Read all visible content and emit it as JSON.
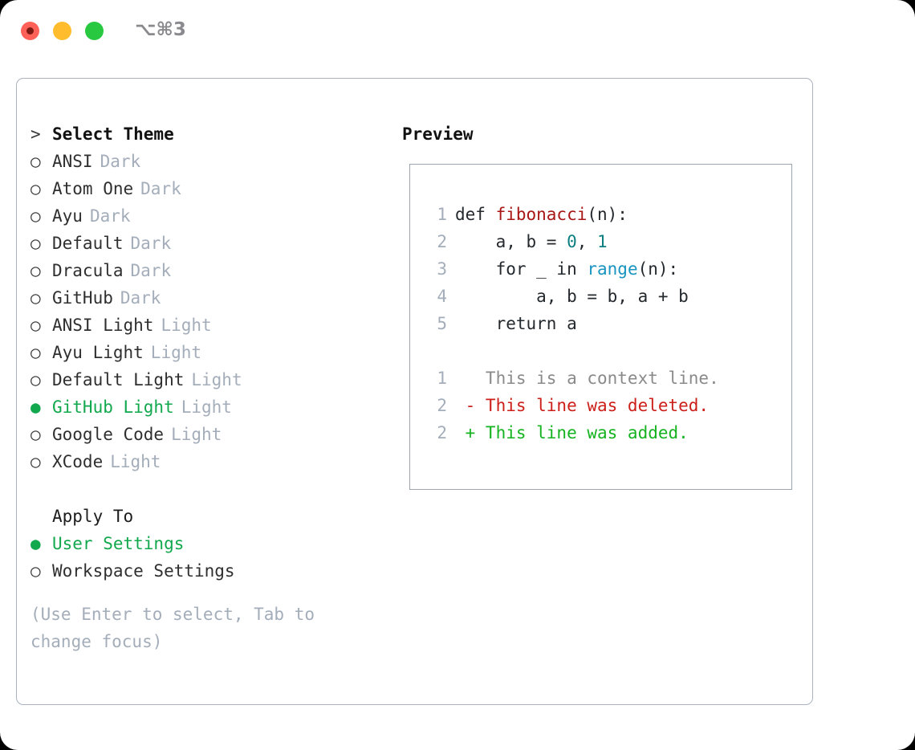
{
  "window": {
    "title_shortcut": "⌥⌘3",
    "traffic_lights": [
      "close-red",
      "minimize-yellow",
      "maximize-green"
    ]
  },
  "theme_picker": {
    "heading": "Select Theme",
    "heading_marker": ">",
    "marker_unselected": "○",
    "marker_selected": "●",
    "items": [
      {
        "name": "ANSI",
        "tag": "Dark",
        "selected": false
      },
      {
        "name": "Atom One",
        "tag": "Dark",
        "selected": false
      },
      {
        "name": "Ayu",
        "tag": "Dark",
        "selected": false
      },
      {
        "name": "Default",
        "tag": "Dark",
        "selected": false
      },
      {
        "name": "Dracula",
        "tag": "Dark",
        "selected": false
      },
      {
        "name": "GitHub",
        "tag": "Dark",
        "selected": false
      },
      {
        "name": "ANSI Light",
        "tag": "Light",
        "selected": false
      },
      {
        "name": "Ayu Light",
        "tag": "Light",
        "selected": false
      },
      {
        "name": "Default Light",
        "tag": "Light",
        "selected": false
      },
      {
        "name": "GitHub Light",
        "tag": "Light",
        "selected": true
      },
      {
        "name": "Google Code",
        "tag": "Light",
        "selected": false
      },
      {
        "name": "XCode",
        "tag": "Light",
        "selected": false
      }
    ]
  },
  "apply_to": {
    "heading": "Apply To",
    "options": [
      {
        "label": "User Settings",
        "selected": true
      },
      {
        "label": "Workspace Settings",
        "selected": false
      }
    ]
  },
  "hint": "(Use Enter to select, Tab to change focus)",
  "preview": {
    "title": "Preview",
    "code_lines": [
      {
        "no": "1",
        "tokens": [
          {
            "t": "def ",
            "c": "plain"
          },
          {
            "t": "fibonacci",
            "c": "fn"
          },
          {
            "t": "(n):",
            "c": "plain"
          }
        ]
      },
      {
        "no": "2",
        "tokens": [
          {
            "t": "    a, b = ",
            "c": "plain"
          },
          {
            "t": "0",
            "c": "num"
          },
          {
            "t": ", ",
            "c": "plain"
          },
          {
            "t": "1",
            "c": "num"
          }
        ]
      },
      {
        "no": "3",
        "tokens": [
          {
            "t": "    for _ in ",
            "c": "plain"
          },
          {
            "t": "range",
            "c": "builtin"
          },
          {
            "t": "(n):",
            "c": "plain"
          }
        ]
      },
      {
        "no": "4",
        "tokens": [
          {
            "t": "        a, b = b, a + b",
            "c": "plain"
          }
        ]
      },
      {
        "no": "5",
        "tokens": [
          {
            "t": "    return a",
            "c": "plain"
          }
        ]
      }
    ],
    "diff_lines": [
      {
        "no": "1",
        "sign": " ",
        "text": "This is a context line.",
        "kind": "ctx"
      },
      {
        "no": "2",
        "sign": "-",
        "text": "This line was deleted.",
        "kind": "del"
      },
      {
        "no": "2",
        "sign": "+",
        "text": "This line was added.",
        "kind": "add"
      }
    ]
  },
  "colors": {
    "accent_green": "#12a84d",
    "muted": "#a4adba",
    "border": "#aab2bf",
    "code_border": "#9aa4b2",
    "fn_red": "#a81616",
    "num_teal": "#0d7f80",
    "builtin_blue": "#1894c0",
    "diff_del": "#cc1f1a",
    "diff_add": "#14b31f"
  }
}
